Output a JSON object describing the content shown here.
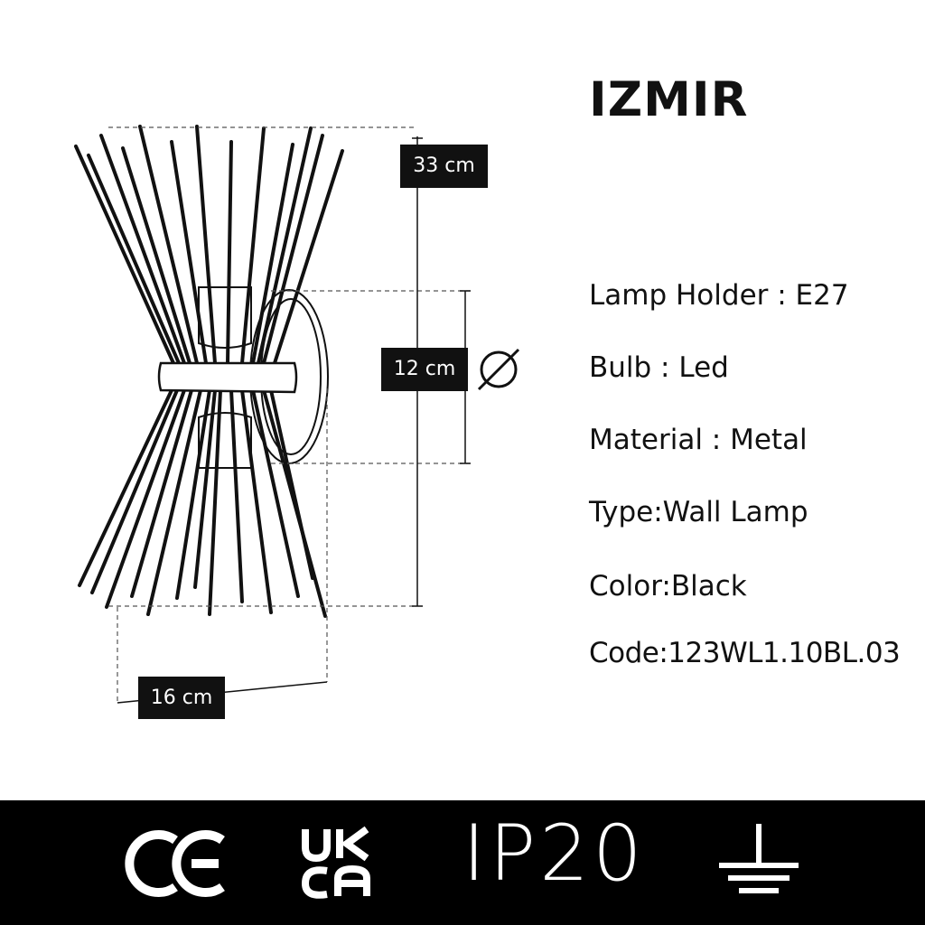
{
  "product": {
    "name": "IZMIR"
  },
  "dimensions": {
    "height": "33 cm",
    "diameter": "12 cm",
    "width": "16 cm",
    "diameter_symbol": "Ø"
  },
  "specs": [
    {
      "text": "Lamp Holder : E27"
    },
    {
      "text": "Bulb : Led"
    },
    {
      "text": "Material : Metal"
    },
    {
      "text": "Type:Wall Lamp"
    },
    {
      "text": "Color:Black"
    },
    {
      "text": "Code:123WL1.10BL.03"
    }
  ],
  "certifications": {
    "ce": "CE",
    "ukca_top": "UK",
    "ukca_bottom": "CA",
    "ip_rating": "IP20",
    "ground_icon": "ground-symbol-icon"
  },
  "colors": {
    "ink": "#111111",
    "bar": "#000000",
    "background": "#ffffff"
  }
}
